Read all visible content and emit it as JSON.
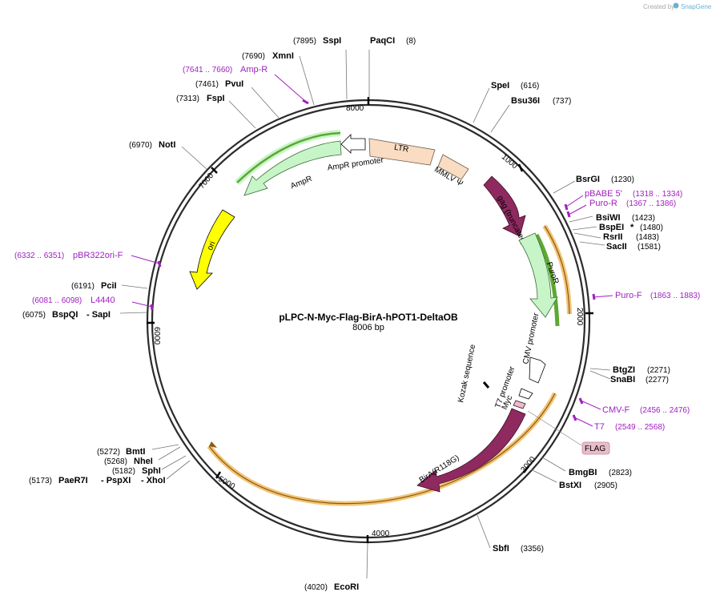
{
  "credit": {
    "prefix": "Created by",
    "brand": "SnapGene"
  },
  "plasmid": {
    "name": "pLPC-N-Myc-Flag-BirA-hPOT1-DeltaOB",
    "length_label": "8006 bp",
    "length": 8006
  },
  "ticks": [
    "1000",
    "2000",
    "3000",
    "4000",
    "5000",
    "6000",
    "7000",
    "8000"
  ],
  "colors": {
    "backbone": "#2b2b2b",
    "ltr": "#f9dcc1",
    "gag": "#8e2a60",
    "puro": "#c8f5c8",
    "ampr": "#c8f5c8",
    "ori": "#ffff00",
    "bira": "#8e2a60",
    "promoter": "#ffffff",
    "highlight_orange": "#f2c374",
    "highlight_green": "#5ea832",
    "primer": "#a020c0",
    "flag_box": "#e8bcc8"
  },
  "features": {
    "ltr": "LTR",
    "mmlv": "MMLV Ψ",
    "gag": "gag (truncated)",
    "puror": "PuroR",
    "cmv": "CMV promoter",
    "kozak": "Kozak sequence",
    "t7": "T7 promoter",
    "myc": "Myc",
    "bira": "BirA(R118G)",
    "ori": "ori",
    "ampr": "AmpR",
    "ampr_promoter": "AmpR promoter",
    "flag": "FLAG"
  },
  "sites": [
    {
      "id": "sspi",
      "name": "SspI",
      "pos": "(7895)"
    },
    {
      "id": "paqci",
      "name": "PaqCI",
      "pos": "(8)"
    },
    {
      "id": "xmni",
      "name": "XmnI",
      "pos": "(7690)"
    },
    {
      "id": "pvui",
      "name": "PvuI",
      "pos": "(7461)"
    },
    {
      "id": "fspi",
      "name": "FspI",
      "pos": "(7313)"
    },
    {
      "id": "noti",
      "name": "NotI",
      "pos": "(6970)"
    },
    {
      "id": "spei",
      "name": "SpeI",
      "pos": "(616)"
    },
    {
      "id": "bsu36i",
      "name": "Bsu36I",
      "pos": "(737)"
    },
    {
      "id": "bsrgi",
      "name": "BsrGI",
      "pos": "(1230)"
    },
    {
      "id": "bsiwi",
      "name": "BsiWI",
      "pos": "(1423)"
    },
    {
      "id": "bspei",
      "name": "BspEI",
      "pos": "(1480)",
      "mark": "*"
    },
    {
      "id": "rsrii",
      "name": "RsrII",
      "pos": "(1483)"
    },
    {
      "id": "sacii",
      "name": "SacII",
      "pos": "(1581)"
    },
    {
      "id": "pcii",
      "name": "PciI",
      "pos": "(6191)"
    },
    {
      "id": "bspqi",
      "name": "BspQI",
      "name2": "- SapI",
      "pos": "(6075)"
    },
    {
      "id": "btgzi",
      "name": "BtgZI",
      "pos": "(2271)"
    },
    {
      "id": "snabi",
      "name": "SnaBI",
      "pos": "(2277)"
    },
    {
      "id": "bmgbi",
      "name": "BmgBI",
      "pos": "(2823)"
    },
    {
      "id": "bstxi",
      "name": "BstXI",
      "pos": "(2905)"
    },
    {
      "id": "sbfi",
      "name": "SbfI",
      "pos": "(3356)"
    },
    {
      "id": "ecori",
      "name": "EcoRI",
      "pos": "(4020)"
    },
    {
      "id": "bmti",
      "name": "BmtI",
      "pos": "(5272)"
    },
    {
      "id": "nhei",
      "name": "NheI",
      "pos": "(5268)"
    },
    {
      "id": "sphi",
      "name": "SphI",
      "pos": "(5182)"
    },
    {
      "id": "paer7i",
      "name": "PaeR7I",
      "name2": "- PspXI",
      "name3": "- XhoI",
      "pos": "(5173)"
    }
  ],
  "primers": [
    {
      "id": "ampr-primer",
      "name": "Amp-R",
      "pos": "(7641 .. 7660)"
    },
    {
      "id": "pbabe5",
      "name": "pBABE 5'",
      "pos": "(1318 .. 1334)"
    },
    {
      "id": "puror-primer",
      "name": "Puro-R",
      "pos": "(1367 .. 1386)"
    },
    {
      "id": "pbr322ori",
      "name": "pBR322ori-F",
      "pos": "(6332 .. 6351)"
    },
    {
      "id": "l4440",
      "name": "L4440",
      "pos": "(6081 .. 6098)"
    },
    {
      "id": "purof",
      "name": "Puro-F",
      "pos": "(1863 .. 1883)"
    },
    {
      "id": "cmvf",
      "name": "CMV-F",
      "pos": "(2456 .. 2476)"
    },
    {
      "id": "t7-primer",
      "name": "T7",
      "pos": "(2549 .. 2568)"
    }
  ]
}
